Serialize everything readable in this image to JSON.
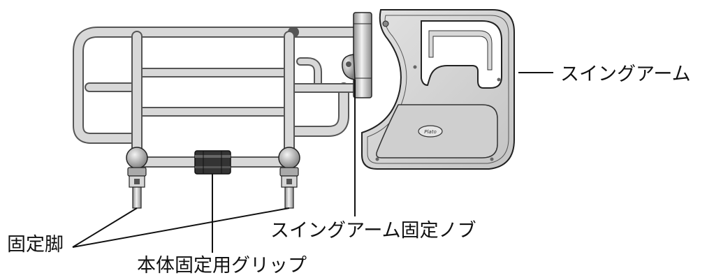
{
  "labels": {
    "swing_arm": "スイングアーム",
    "swing_arm_knob": "スイングアーム固定ノブ",
    "fixed_leg": "固定脚",
    "grip": "本体固定用グリップ"
  },
  "colors": {
    "line": "#111111",
    "metal": "#c9c9c9",
    "metal_light": "#eeeeee",
    "metal_dark": "#8a8a8a",
    "grip": "#2a2a2a"
  }
}
